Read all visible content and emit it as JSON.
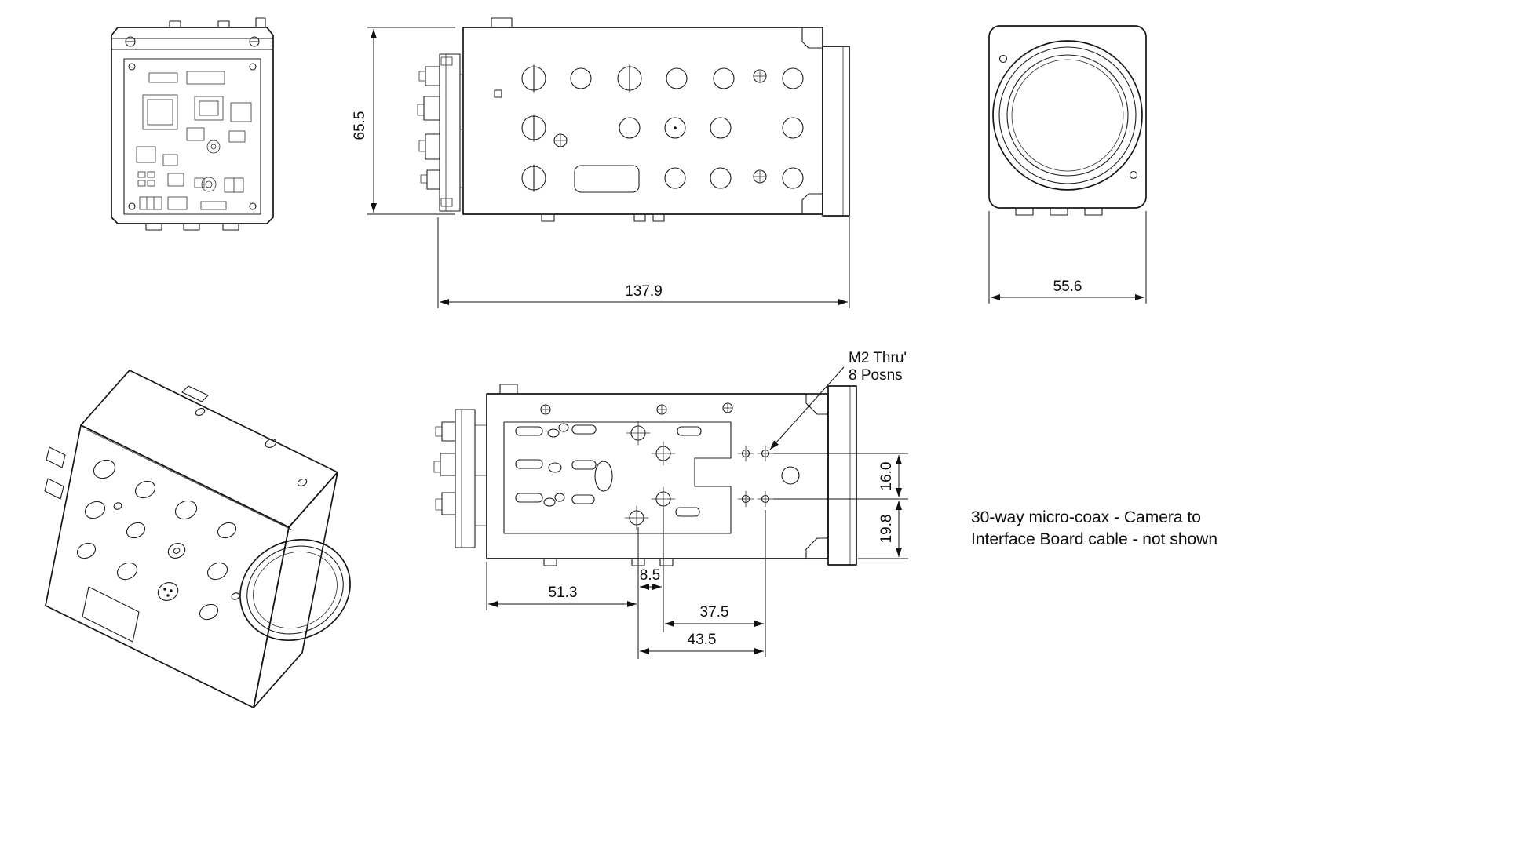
{
  "note": {
    "line1": "30-way micro-coax - Camera to",
    "line2": "Interface Board cable - not shown"
  },
  "callout": {
    "line1": "M2 Thru'",
    "line2": "8 Posns"
  },
  "dimensions": {
    "body_height": "65.5",
    "body_length": "137.9",
    "front_width": "55.6",
    "mount_offset": "51.3",
    "mount_gap": "8.5",
    "mount_span_inner": "37.5",
    "mount_span_outer": "43.5",
    "hole_row_spacing": "16.0",
    "hole_edge_offset": "19.8"
  }
}
